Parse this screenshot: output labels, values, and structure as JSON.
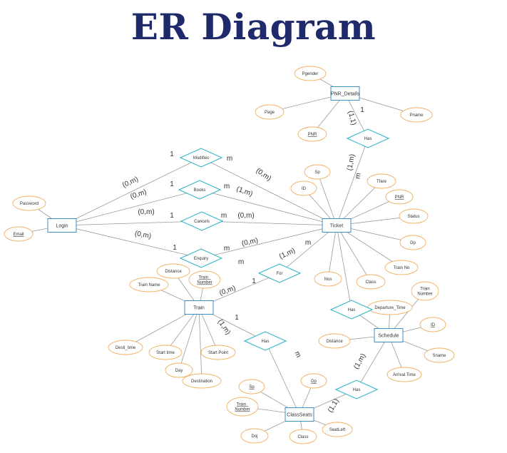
{
  "title": "ER Diagram",
  "colors": {
    "title": "#1f2a6b",
    "entity_stroke": "#3b8fc2",
    "relationship_stroke": "#27b3c2",
    "attribute_stroke": "#f0b062",
    "line": "#9a9a9a"
  },
  "entities": [
    {
      "id": "pnr_details",
      "label": "PNR_Details"
    },
    {
      "id": "login",
      "label": "Login"
    },
    {
      "id": "ticket",
      "label": "Ticket"
    },
    {
      "id": "train",
      "label": "Train"
    },
    {
      "id": "schedule",
      "label": "Schedule"
    },
    {
      "id": "classseats",
      "label": "ClassSeats"
    }
  ],
  "relationships": [
    {
      "id": "has_pnr",
      "label": "Has"
    },
    {
      "id": "modifies",
      "label": "Modifies"
    },
    {
      "id": "books",
      "label": "Books"
    },
    {
      "id": "cancels",
      "label": "Cancels"
    },
    {
      "id": "enquiry",
      "label": "Enquiry"
    },
    {
      "id": "for",
      "label": "For"
    },
    {
      "id": "has_schedule",
      "label": "Has"
    },
    {
      "id": "has_train_seats",
      "label": "Has"
    },
    {
      "id": "has_seats_schedule",
      "label": "Has"
    }
  ],
  "attributes": [
    {
      "id": "pgender",
      "label": "Pgender"
    },
    {
      "id": "page",
      "label": "Page"
    },
    {
      "id": "pnr_key",
      "label": "PNR",
      "key": true
    },
    {
      "id": "pname",
      "label": "Pname"
    },
    {
      "id": "password",
      "label": "Password"
    },
    {
      "id": "email",
      "label": "Email",
      "key": true
    },
    {
      "id": "ticket_sp",
      "label": "Sp"
    },
    {
      "id": "ticket_id",
      "label": "ID"
    },
    {
      "id": "tfare",
      "label": "Tfare"
    },
    {
      "id": "ticket_pnr",
      "label": "PNR",
      "key": true
    },
    {
      "id": "status",
      "label": "Status"
    },
    {
      "id": "ticket_dp",
      "label": "Dp"
    },
    {
      "id": "ticket_trainno",
      "label": "Train No"
    },
    {
      "id": "class_t",
      "label": "Class"
    },
    {
      "id": "nos",
      "label": "Nos"
    },
    {
      "id": "distance_train",
      "label": "Distance"
    },
    {
      "id": "train_number",
      "label": "Train_ Number",
      "key": true
    },
    {
      "id": "train_name",
      "label": "Train Name"
    },
    {
      "id": "desti_time",
      "label": "Desti_time"
    },
    {
      "id": "start_time",
      "label": "Start time"
    },
    {
      "id": "day",
      "label": "Day"
    },
    {
      "id": "destination",
      "label": "Destination"
    },
    {
      "id": "start_point",
      "label": "Start Point"
    },
    {
      "id": "sched_trainno",
      "label": "Train Number"
    },
    {
      "id": "departure_time",
      "label": "Departure_Time"
    },
    {
      "id": "sched_id",
      "label": "ID",
      "key": true
    },
    {
      "id": "distance_sched",
      "label": "Distance"
    },
    {
      "id": "sname",
      "label": "Sname"
    },
    {
      "id": "arrival_time",
      "label": "Arrival Time"
    },
    {
      "id": "seats_sp",
      "label": "Sp",
      "key": true
    },
    {
      "id": "seats_dp",
      "label": "Dp",
      "key": true
    },
    {
      "id": "seats_trainno",
      "label": "Train_ Number",
      "key": true
    },
    {
      "id": "seatleft",
      "label": "SeatLeft"
    },
    {
      "id": "doj",
      "label": "Doj"
    },
    {
      "id": "class_s",
      "label": "Class"
    }
  ],
  "cardinalities": [
    {
      "id": "c_pnr_1",
      "text": "1"
    },
    {
      "id": "c_pnr_11",
      "text": "(1,1)"
    },
    {
      "id": "c_has_1m",
      "text": "(1,m)"
    },
    {
      "id": "c_has_m",
      "text": "m"
    },
    {
      "id": "c_mod_0m",
      "text": "(0,m)"
    },
    {
      "id": "c_mod_1",
      "text": "1"
    },
    {
      "id": "c_mod_m",
      "text": "m"
    },
    {
      "id": "c_mod_0m2",
      "text": "(0,m)"
    },
    {
      "id": "c_books_0m",
      "text": "(0,m)"
    },
    {
      "id": "c_books_1",
      "text": "1"
    },
    {
      "id": "c_books_m",
      "text": "m"
    },
    {
      "id": "c_books_1m",
      "text": "(1,m)"
    },
    {
      "id": "c_cancel_0m",
      "text": "(0,m)"
    },
    {
      "id": "c_cancel_1",
      "text": "1"
    },
    {
      "id": "c_cancel_m",
      "text": "m"
    },
    {
      "id": "c_cancel_0m2",
      "text": "(0,m)"
    },
    {
      "id": "c_enq_0m",
      "text": "(0,m)"
    },
    {
      "id": "c_enq_1",
      "text": "1"
    },
    {
      "id": "c_enq_m",
      "text": "m"
    },
    {
      "id": "c_enq_0m2",
      "text": "(0,m)"
    },
    {
      "id": "c_enq_m2",
      "text": "m"
    },
    {
      "id": "c_for_1m",
      "text": "(1,m)"
    },
    {
      "id": "c_for_m",
      "text": "m"
    },
    {
      "id": "c_for_0m",
      "text": "(0,m)"
    },
    {
      "id": "c_for_1",
      "text": "1"
    },
    {
      "id": "c_train_1m",
      "text": "(1,m)"
    },
    {
      "id": "c_train_1",
      "text": "1"
    },
    {
      "id": "c_seats_m",
      "text": "m"
    },
    {
      "id": "c_sched_1m",
      "text": "(1,m)"
    },
    {
      "id": "c_seats_11",
      "text": "(1,1)"
    }
  ]
}
